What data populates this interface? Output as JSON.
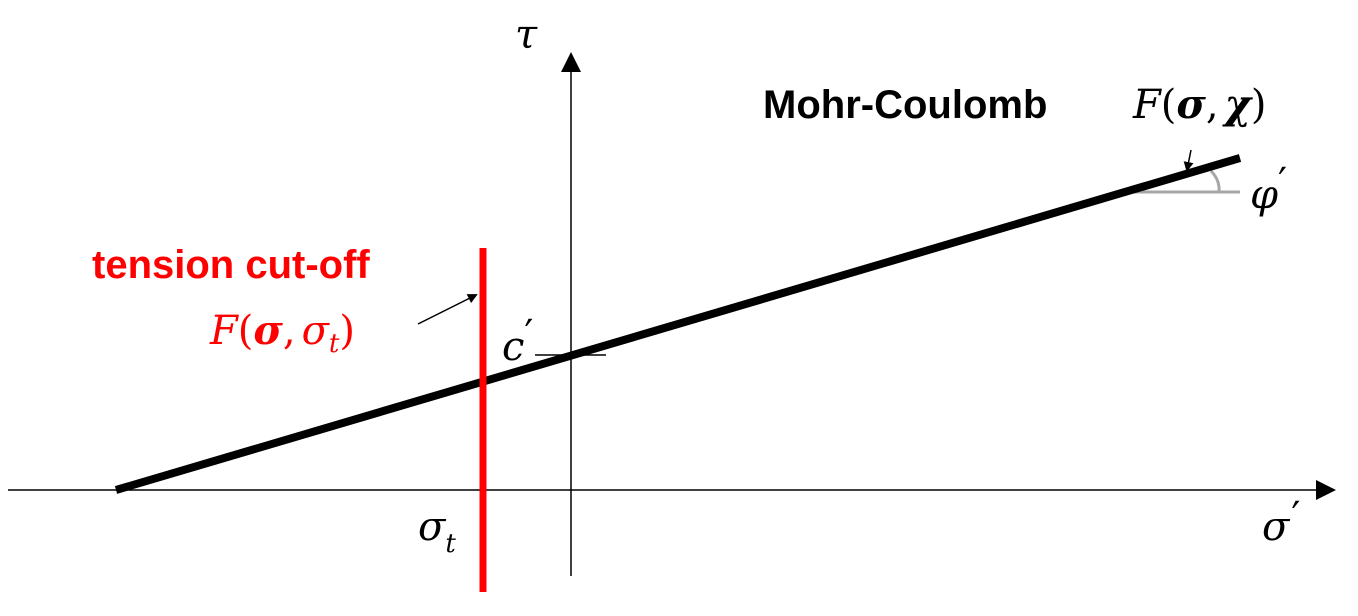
{
  "axes": {
    "x_label": "σ",
    "x_label_prime": "′",
    "y_label": "τ"
  },
  "mohr_coulomb": {
    "title": "Mohr-Coulomb",
    "func_F": "F",
    "func_open": "(",
    "func_sigma": "σ",
    "func_comma": ",",
    "func_chi": "χ",
    "func_close": ")",
    "angle_symbol": "φ",
    "angle_prime": "′",
    "cohesion_symbol": "c",
    "cohesion_prime": "′",
    "line_color": "#000000",
    "angle_color": "#a6a6a6"
  },
  "tension_cutoff": {
    "title": "tension cut-off",
    "func_F": "F",
    "func_open": "(",
    "func_sigma": "σ",
    "func_comma": ",",
    "func_sigma_t": "σ",
    "func_sigma_t_sub": "t",
    "func_close": ")",
    "sigma_t_label": "σ",
    "sigma_t_sub": "t",
    "color": "#ff0000"
  }
}
